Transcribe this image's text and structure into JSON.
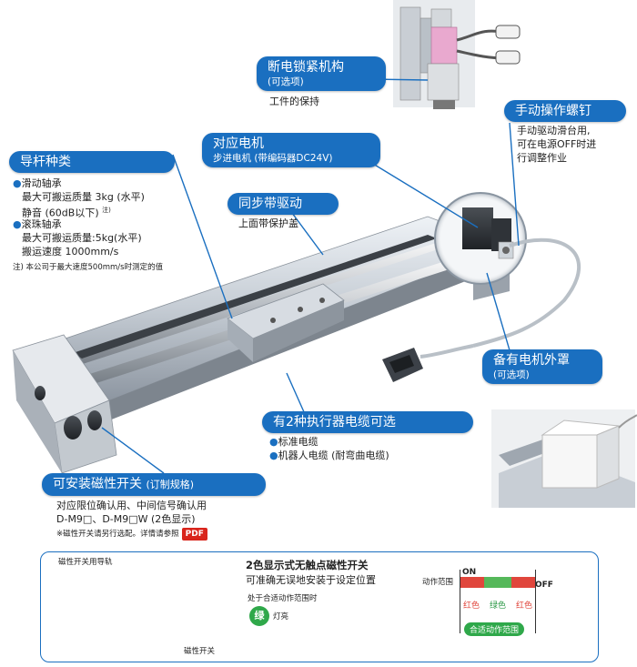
{
  "callouts": {
    "brake": {
      "title": "断电锁紧机构",
      "sub": "(可选项)",
      "desc": "工件的保持"
    },
    "manual_screw": {
      "title": "手动操作螺钉",
      "desc_lines": [
        "手动驱动滑台用,",
        "可在电源OFF时进",
        "行调整作业"
      ]
    },
    "motor": {
      "title": "对应电机",
      "sub": "步进电机 (带编码器DC24V)"
    },
    "belt": {
      "title": "同步带驱动",
      "desc": "上面带保护盖"
    },
    "guide": {
      "title": "导杆种类",
      "slide_title": "滑动轴承",
      "slide_line1": "最大可搬运质量  3kg (水平)",
      "slide_line2": "静音 (60dB以下)",
      "slide_note_mark": "注)",
      "ball_title": "滚珠轴承",
      "ball_line1": "最大可搬运质量:5kg(水平)",
      "ball_line2": "搬运速度  1000mm/s",
      "note": "注) 本公司于最大速度500mm/s时测定的值"
    },
    "cover": {
      "title": "备有电机外罩",
      "sub": "(可选项)"
    },
    "cable": {
      "title": "有2种执行器电缆可选",
      "items": [
        "标准电缆",
        "机器人电缆 (耐弯曲电缆)"
      ]
    },
    "switch": {
      "title": "可安装磁性开关",
      "title_sub": "(订制规格)",
      "line1": "对应限位确认用、中间信号确认用",
      "line2": "D-M9□、D-M9□W (2色显示)",
      "note": "※磁性开关请另行选配。详情请参照",
      "pdf": "PDF"
    }
  },
  "panel": {
    "rail_label": "磁性开关用导轨",
    "switch_label": "磁性开关",
    "title": "2色显示式无触点磁性开关",
    "subtitle": "可准确无误地安装于设定位置",
    "in_range": "处于合适动作范围时",
    "green_char": "绿",
    "lamp_on": "灯亮",
    "range_title": "动作范围",
    "on": "ON",
    "off": "OFF",
    "red1": "红色",
    "green": "绿色",
    "red2": "红色",
    "fit_range": "合适动作范围"
  },
  "colors": {
    "accent": "#1a6fc0",
    "red": "#e0463c",
    "green": "#55b85a",
    "pdf": "#d9251c"
  }
}
